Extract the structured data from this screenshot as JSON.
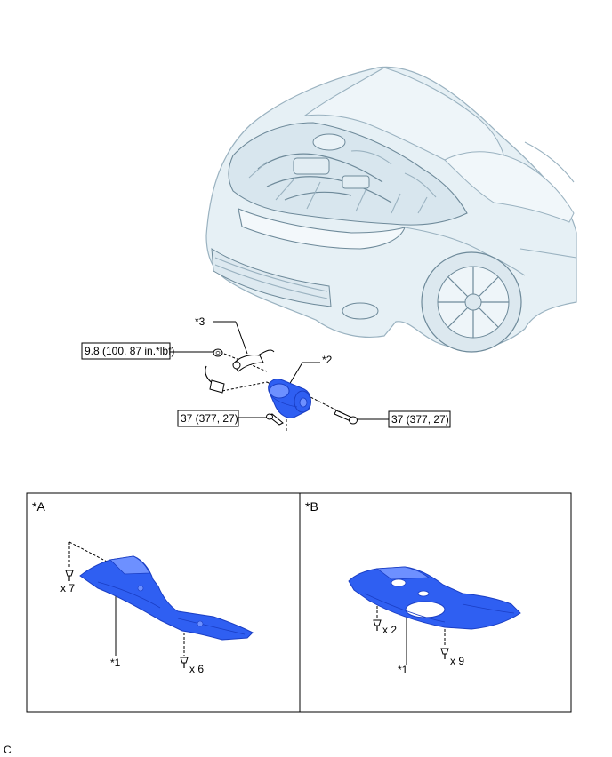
{
  "colors": {
    "part_blue": "#2f5ff2",
    "part_blue_dark": "#1a3ec4",
    "part_blue_light": "#6d90ff",
    "car_fill": "#e6f0f5",
    "car_line": "#9ab2c0"
  },
  "callouts": {
    "item3": "*3",
    "item2": "*2",
    "item1_a": "*1",
    "item1_b": "*1"
  },
  "torque": {
    "nut": "9.8 (100, 87 in.*lbf)",
    "bolt_lower": "37 (377, 27)",
    "bolt_right": "37 (377, 27)"
  },
  "panels": {
    "a": {
      "label": "*A",
      "qty_left": "x 7",
      "qty_bottom": "x 6"
    },
    "b": {
      "label": "*B",
      "qty_left": "x 2",
      "qty_bottom": "x 9"
    }
  },
  "footer": {
    "code": "C"
  }
}
